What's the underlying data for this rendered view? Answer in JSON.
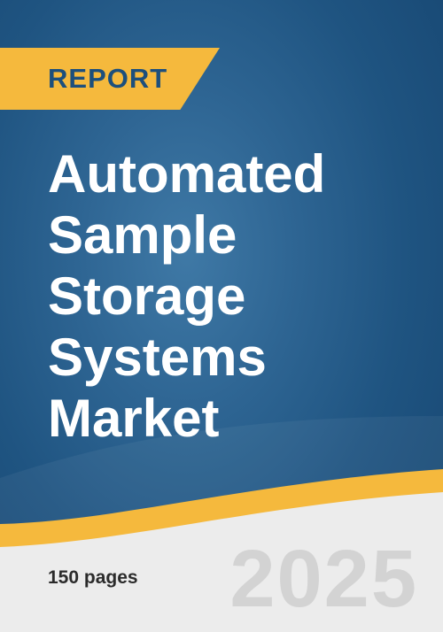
{
  "report_label": "REPORT",
  "title_lines": [
    "Automated",
    "Sample",
    "Storage",
    "Systems",
    "Market"
  ],
  "pages": "150 pages",
  "year": "2025",
  "colors": {
    "background": "#1f5481",
    "accent": "#f5b93d",
    "banner_text": "#1d4f7c",
    "footer": "#ececec",
    "year_text": "#d3d3d3"
  }
}
